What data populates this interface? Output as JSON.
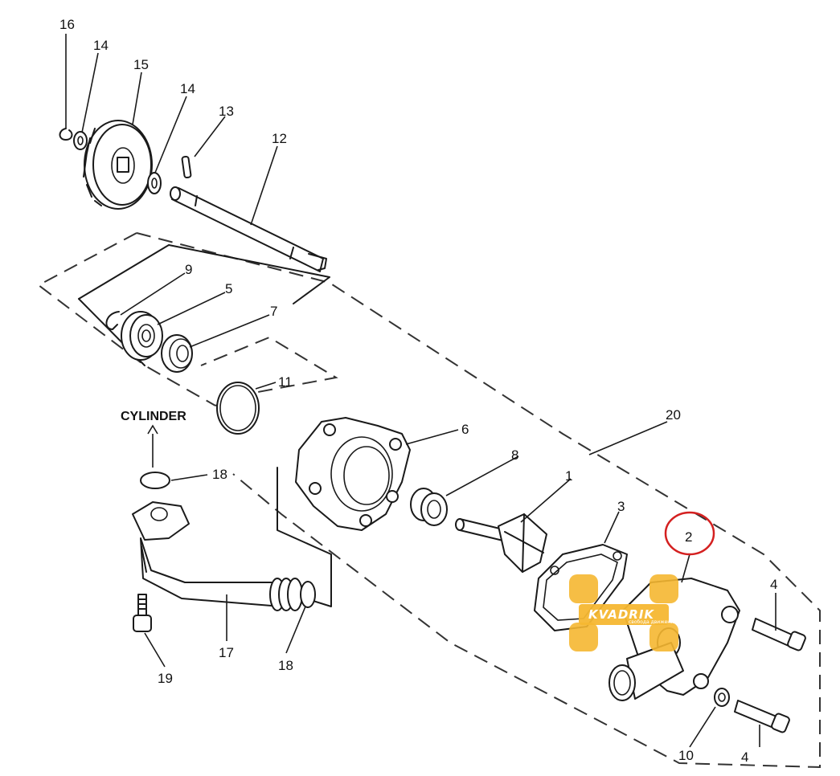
{
  "diagram": {
    "callouts": {
      "c1": "1",
      "c2": "2",
      "c3": "3",
      "c4a": "4",
      "c4b": "4",
      "c5": "5",
      "c6": "6",
      "c7": "7",
      "c8": "8",
      "c9": "9",
      "c10": "10",
      "c11": "11",
      "c12": "12",
      "c13": "13",
      "c14a": "14",
      "c14b": "14",
      "c15": "15",
      "c16": "16",
      "c17": "17",
      "c18a": "18",
      "c18b": "18",
      "c19": "19",
      "c20": "20"
    },
    "cylinder_label": "CYLINDER",
    "highlight_color": "#d42020",
    "line_color": "#1a1a1a"
  },
  "watermark": {
    "brand": "KVADRIK",
    "tagline": "свобода движения",
    "color": "#f5b731"
  }
}
